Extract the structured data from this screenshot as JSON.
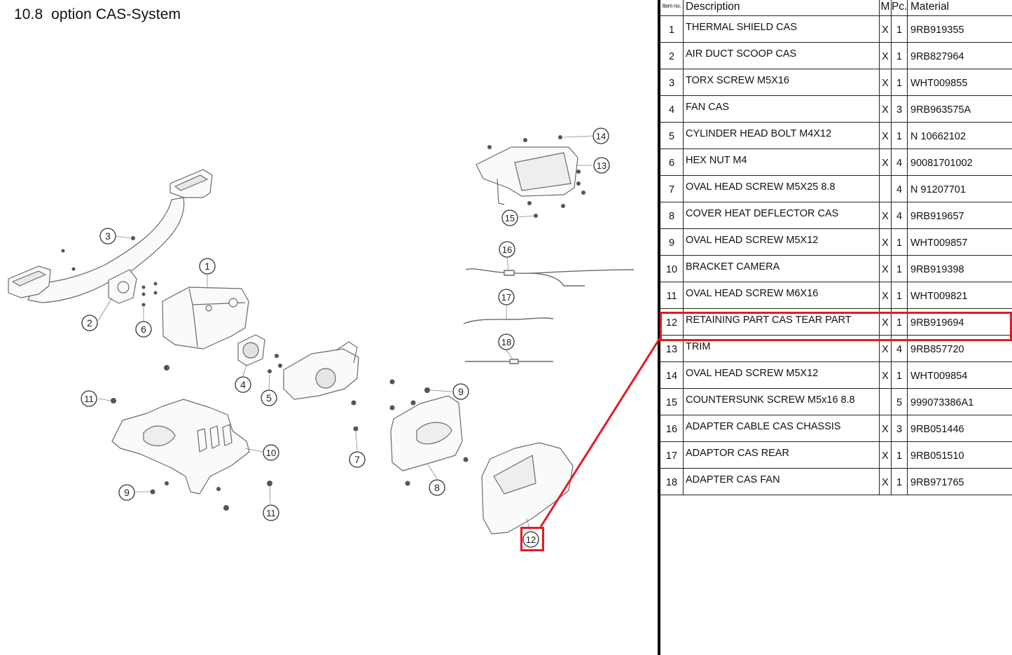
{
  "page": {
    "title": "10.8  option CAS-System"
  },
  "table": {
    "headers": {
      "item": "Item no.",
      "description": "Description",
      "m": "M",
      "pc": "Pc.",
      "material": "Material"
    },
    "rows": [
      {
        "item": "1",
        "description": "THERMAL SHIELD CAS",
        "m": "X",
        "pc": "1",
        "material": "9RB919355"
      },
      {
        "item": "2",
        "description": "AIR DUCT SCOOP CAS",
        "m": "X",
        "pc": "1",
        "material": "9RB827964"
      },
      {
        "item": "3",
        "description": "TORX SCREW M5X16",
        "m": "X",
        "pc": "1",
        "material": "WHT009855"
      },
      {
        "item": "4",
        "description": "FAN CAS",
        "m": "X",
        "pc": "3",
        "material": "9RB963575A"
      },
      {
        "item": "5",
        "description": "CYLINDER HEAD BOLT M4X12",
        "m": "X",
        "pc": "1",
        "material": "N 10662102"
      },
      {
        "item": "6",
        "description": "HEX NUT M4",
        "m": "X",
        "pc": "4",
        "material": "90081701002"
      },
      {
        "item": "7",
        "description": "OVAL HEAD SCREW M5X25 8.8",
        "m": "",
        "pc": "4",
        "material": "N 91207701"
      },
      {
        "item": "8",
        "description": "COVER HEAT DEFLECTOR CAS",
        "m": "X",
        "pc": "4",
        "material": "9RB919657"
      },
      {
        "item": "9",
        "description": "OVAL HEAD SCREW M5X12",
        "m": "X",
        "pc": "1",
        "material": "WHT009857"
      },
      {
        "item": "10",
        "description": "BRACKET CAMERA",
        "m": "X",
        "pc": "1",
        "material": "9RB919398"
      },
      {
        "item": "11",
        "description": "OVAL HEAD SCREW M6X16",
        "m": "X",
        "pc": "1",
        "material": "WHT009821"
      },
      {
        "item": "12",
        "description": "RETAINING PART CAS TEAR PART",
        "m": "X",
        "pc": "1",
        "material": "9RB919694"
      },
      {
        "item": "13",
        "description": "TRIM",
        "m": "X",
        "pc": "4",
        "material": "9RB857720"
      },
      {
        "item": "14",
        "description": "OVAL HEAD SCREW M5X12",
        "m": "X",
        "pc": "1",
        "material": "WHT009854"
      },
      {
        "item": "15",
        "description": "COUNTERSUNK SCREW M5x16 8.8",
        "m": "",
        "pc": "5",
        "material": "999073386A1"
      },
      {
        "item": "16",
        "description": "ADAPTER CABLE CAS CHASSIS",
        "m": "X",
        "pc": "3",
        "material": "9RB051446"
      },
      {
        "item": "17",
        "description": "ADAPTOR CAS REAR",
        "m": "X",
        "pc": "1",
        "material": "9RB051510"
      },
      {
        "item": "18",
        "description": "ADAPTER CAS FAN",
        "m": "X",
        "pc": "1",
        "material": "9RB971765"
      }
    ]
  },
  "diagram": {
    "callouts": [
      {
        "label": "1"
      },
      {
        "label": "2"
      },
      {
        "label": "3"
      },
      {
        "label": "4"
      },
      {
        "label": "5"
      },
      {
        "label": "6"
      },
      {
        "label": "7"
      },
      {
        "label": "8"
      },
      {
        "label": "9"
      },
      {
        "label": "9"
      },
      {
        "label": "10"
      },
      {
        "label": "11"
      },
      {
        "label": "11"
      },
      {
        "label": "12"
      },
      {
        "label": "13"
      },
      {
        "label": "14"
      },
      {
        "label": "15"
      },
      {
        "label": "16"
      },
      {
        "label": "17"
      },
      {
        "label": "18"
      }
    ]
  },
  "highlight": {
    "item": "12",
    "color": "#e31b23"
  },
  "colors": {
    "line": "#555555",
    "ink": "#111111",
    "accent": "#e31b23"
  }
}
